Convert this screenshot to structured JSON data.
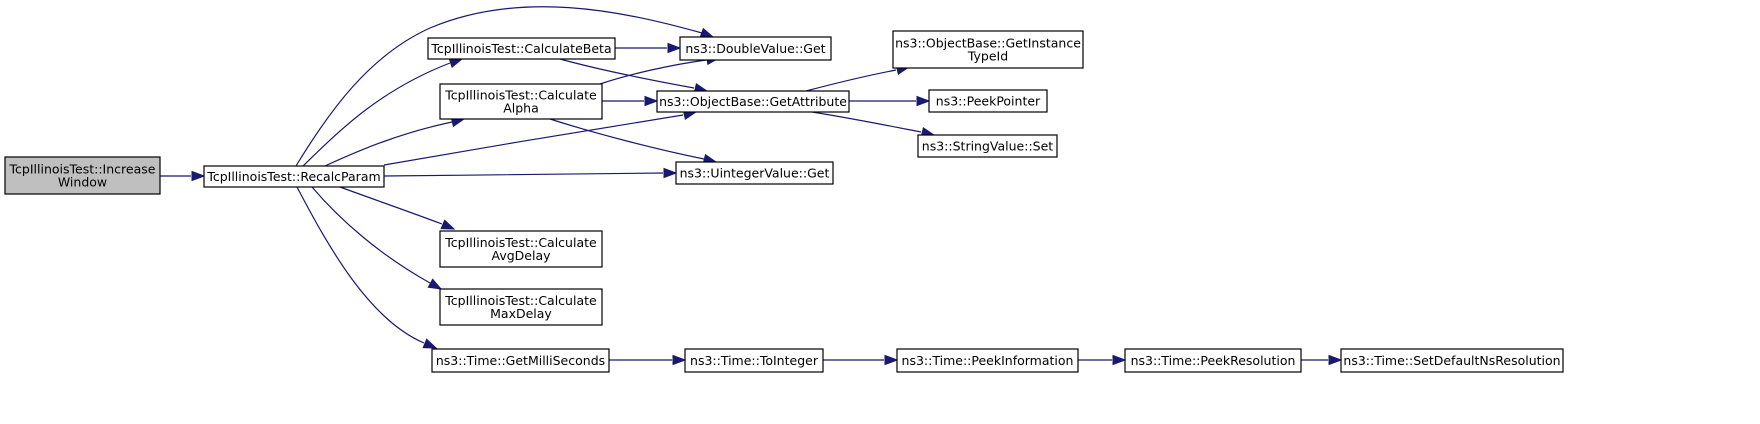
{
  "graph": {
    "colors": {
      "node_fill": "#ffffff",
      "highlight_fill": "#bfbfbf",
      "edge": "#191970",
      "border": "#000000"
    },
    "nodes": [
      {
        "id": "increase-window",
        "lines": [
          "TcpIllinoisTest::Increase",
          "Window"
        ],
        "highlight": true
      },
      {
        "id": "recalc-param",
        "lines": [
          "TcpIllinoisTest::RecalcParam"
        ]
      },
      {
        "id": "calculate-beta",
        "lines": [
          "TcpIllinoisTest::CalculateBeta"
        ]
      },
      {
        "id": "calculate-alpha",
        "lines": [
          "TcpIllinoisTest::Calculate",
          "Alpha"
        ]
      },
      {
        "id": "calculate-avgdelay",
        "lines": [
          "TcpIllinoisTest::Calculate",
          "AvgDelay"
        ]
      },
      {
        "id": "calculate-maxdelay",
        "lines": [
          "TcpIllinoisTest::Calculate",
          "MaxDelay"
        ]
      },
      {
        "id": "time-getmilliseconds",
        "lines": [
          "ns3::Time::GetMilliSeconds"
        ]
      },
      {
        "id": "doublevalue-get",
        "lines": [
          "ns3::DoubleValue::Get"
        ]
      },
      {
        "id": "objectbase-getattribute",
        "lines": [
          "ns3::ObjectBase::GetAttribute"
        ]
      },
      {
        "id": "uintegervalue-get",
        "lines": [
          "ns3::UintegerValue::Get"
        ]
      },
      {
        "id": "time-tointeger",
        "lines": [
          "ns3::Time::ToInteger"
        ]
      },
      {
        "id": "objectbase-getinstancetypeid",
        "lines": [
          "ns3::ObjectBase::GetInstance",
          "TypeId"
        ]
      },
      {
        "id": "peekpointer",
        "lines": [
          "ns3::PeekPointer"
        ]
      },
      {
        "id": "stringvalue-set",
        "lines": [
          "ns3::StringValue::Set"
        ]
      },
      {
        "id": "time-peekinformation",
        "lines": [
          "ns3::Time::PeekInformation"
        ]
      },
      {
        "id": "time-peekresolution",
        "lines": [
          "ns3::Time::PeekResolution"
        ]
      },
      {
        "id": "time-setdefaultnsresolution",
        "lines": [
          "ns3::Time::SetDefaultNsResolution"
        ]
      }
    ],
    "edges": [
      {
        "from": "increase-window",
        "to": "recalc-param"
      },
      {
        "from": "recalc-param",
        "to": "doublevalue-get"
      },
      {
        "from": "recalc-param",
        "to": "calculate-beta"
      },
      {
        "from": "recalc-param",
        "to": "calculate-alpha"
      },
      {
        "from": "recalc-param",
        "to": "objectbase-getattribute"
      },
      {
        "from": "recalc-param",
        "to": "uintegervalue-get"
      },
      {
        "from": "recalc-param",
        "to": "calculate-avgdelay"
      },
      {
        "from": "recalc-param",
        "to": "calculate-maxdelay"
      },
      {
        "from": "recalc-param",
        "to": "time-getmilliseconds"
      },
      {
        "from": "calculate-beta",
        "to": "doublevalue-get"
      },
      {
        "from": "calculate-beta",
        "to": "objectbase-getattribute"
      },
      {
        "from": "calculate-alpha",
        "to": "doublevalue-get"
      },
      {
        "from": "calculate-alpha",
        "to": "objectbase-getattribute"
      },
      {
        "from": "calculate-alpha",
        "to": "uintegervalue-get"
      },
      {
        "from": "objectbase-getattribute",
        "to": "objectbase-getinstancetypeid"
      },
      {
        "from": "objectbase-getattribute",
        "to": "peekpointer"
      },
      {
        "from": "objectbase-getattribute",
        "to": "stringvalue-set"
      },
      {
        "from": "time-getmilliseconds",
        "to": "time-tointeger"
      },
      {
        "from": "time-tointeger",
        "to": "time-peekinformation"
      },
      {
        "from": "time-peekinformation",
        "to": "time-peekresolution"
      },
      {
        "from": "time-peekresolution",
        "to": "time-setdefaultnsresolution"
      }
    ]
  }
}
